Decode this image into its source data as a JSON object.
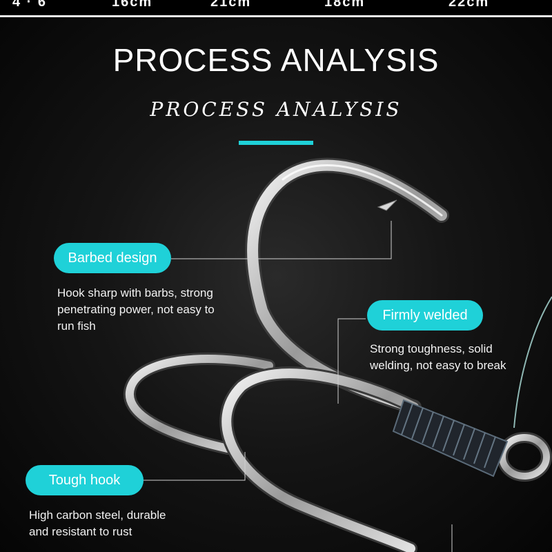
{
  "top_strip": [
    "4 · 6",
    "16cm",
    "21cm",
    "18cm",
    "22cm"
  ],
  "title": "PROCESS ANALYSIS",
  "subtitle": "PROCESS ANALYSIS",
  "colors": {
    "accent": "#1fd1d8",
    "background": "#000000",
    "text": "#ffffff"
  },
  "features": [
    {
      "label": "Barbed design",
      "description_lines": [
        "Hook sharp with barbs, strong",
        "penetrating power, not easy to",
        "run fish"
      ]
    },
    {
      "label": "Firmly welded",
      "description_lines": [
        "Strong toughness, solid",
        "welding, not easy to break"
      ]
    },
    {
      "label": "Tough hook",
      "description_lines": [
        "High carbon steel, durable",
        "and resistant to rust"
      ]
    }
  ]
}
